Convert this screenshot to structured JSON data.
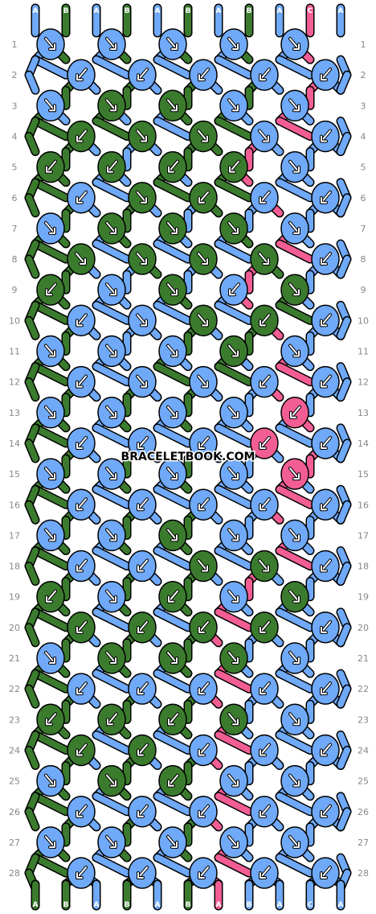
{
  "watermark": "BRACELETBOOK.COM",
  "colors": {
    "A": "#6fa9f7",
    "B": "#3b7b2e",
    "C": "#f25e94"
  },
  "strings": [
    "A",
    "B",
    "A",
    "B",
    "A",
    "B",
    "A",
    "B",
    "A",
    "C",
    "A"
  ],
  "row_labels": [
    "1",
    "2",
    "3",
    "4",
    "5",
    "6",
    "7",
    "8",
    "9",
    "10",
    "11",
    "12",
    "13",
    "14",
    "15",
    "16",
    "17",
    "18",
    "19",
    "20",
    "21",
    "22",
    "23",
    "24",
    "25",
    "26",
    "27",
    "28"
  ],
  "knots": [
    [
      "A:fb",
      "A:fb",
      "A:fb",
      "A:fb",
      "A:fb"
    ],
    [
      "A:bf",
      "A:bf",
      "A:bf",
      "A:bf",
      "A:bf"
    ],
    [
      "A:f",
      "B:f",
      "B:fb",
      "A:f",
      "A:f"
    ],
    [
      "B:b",
      "B:fb",
      "B:f",
      "A:f",
      "A:b"
    ],
    [
      "B:b",
      "B:bf",
      "B:b",
      "B:bf",
      "A:fb"
    ],
    [
      "A:bf",
      "B:f",
      "B:bf",
      "A:b",
      "A:bf"
    ],
    [
      "A:fb",
      "B:fb",
      "B:f",
      "B:f",
      "A:fb"
    ],
    [
      "B:fb",
      "B:f",
      "B:f",
      "B:f",
      "A:bf"
    ],
    [
      "B:bf",
      "A:f",
      "B:f",
      "A:bf",
      "B:fb"
    ],
    [
      "A:bf",
      "A:f",
      "B:fb",
      "B:b",
      "A:bf"
    ],
    [
      "A:fb",
      "A:f",
      "A:f",
      "B:f",
      "A:fb"
    ],
    [
      "A:bf",
      "A:f",
      "A:f",
      "A:bf",
      "A:bf"
    ],
    [
      "A:fb",
      "A:fb",
      "A:fb",
      "A:fb",
      "C:b"
    ],
    [
      "A:bf",
      "A:bf",
      "A:bf",
      "C:bf",
      "A:bf"
    ],
    [
      "A:fb",
      "A:fb",
      "A:fb",
      "A:fb",
      "C:f"
    ],
    [
      "A:bf",
      "A:bf",
      "A:bf",
      "A:bf",
      "A:bf"
    ],
    [
      "A:fb",
      "A:fb",
      "B:fb",
      "A:fb",
      "A:fb"
    ],
    [
      "A:bf",
      "A:bf",
      "B:fb",
      "B:f",
      "A:bf"
    ],
    [
      "B:bf",
      "A:fb",
      "B:bf",
      "A:f",
      "B:fb"
    ],
    [
      "B:bf",
      "B:bf",
      "B:bf",
      "B:b",
      "A:bf"
    ],
    [
      "A:fb",
      "B:fb",
      "B:fb",
      "B:fb",
      "A:fb"
    ],
    [
      "A:bf",
      "A:bf",
      "A:bf",
      "A:bf",
      "A:bf"
    ],
    [
      "B:bf",
      "B:bf",
      "B:bf",
      "B:fb",
      "A:fb"
    ],
    [
      "B:bf",
      "B:bf",
      "A:bf",
      "A:bf",
      "A:bf"
    ],
    [
      "A:fb",
      "B:fb",
      "B:bf",
      "A:fb",
      "A:fb"
    ],
    [
      "A:bf",
      "A:bf",
      "A:bf",
      "A:bf",
      "A:bf"
    ],
    [
      "A:fb",
      "A:fb",
      "A:fb",
      "A:fb",
      "A:fb"
    ],
    [
      "A:bf",
      "A:bf",
      "A:bf",
      "A:bf",
      "A:bf"
    ]
  ]
}
